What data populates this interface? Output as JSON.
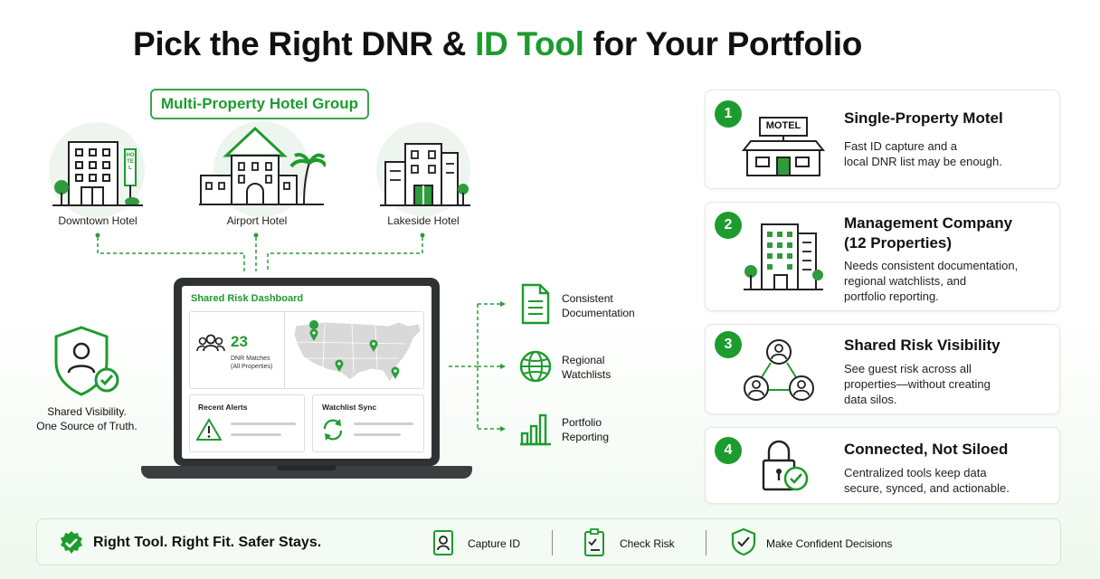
{
  "title": {
    "pre": "Pick the Right DNR & ",
    "accent": "ID Tool",
    "post": " for Your Portfolio"
  },
  "group": {
    "label": "Multi-Property Hotel Group",
    "hotels": [
      {
        "name": "Downtown Hotel",
        "sign": "HOTEL"
      },
      {
        "name": "Airport Hotel"
      },
      {
        "name": "Lakeside Hotel"
      }
    ]
  },
  "shield": {
    "line1": "Shared Visibility.",
    "line2": "One Source of Truth."
  },
  "dashboard": {
    "title": "Shared Risk Dashboard",
    "stat_value": "23",
    "stat_label_1": "DNR Matches",
    "stat_label_2": "(All Properties)",
    "recent_alerts": "Recent Alerts",
    "watchlist_sync": "Watchlist Sync"
  },
  "features": [
    {
      "line1": "Consistent",
      "line2": "Documentation",
      "icon": "document-icon"
    },
    {
      "line1": "Regional",
      "line2": "Watchlists",
      "icon": "globe-icon"
    },
    {
      "line1": "Portfolio",
      "line2": "Reporting",
      "icon": "bar-chart-icon"
    }
  ],
  "cards": [
    {
      "number": "1",
      "title": "Single-Property Motel",
      "desc": [
        "Fast ID capture and a",
        "local DNR list may be enough."
      ],
      "sign": "MOTEL"
    },
    {
      "number": "2",
      "title": [
        "Management Company",
        "(12 Properties)"
      ],
      "desc": [
        "Needs consistent documentation,",
        "regional watchlists, and",
        "portfolio reporting."
      ]
    },
    {
      "number": "3",
      "title": "Shared Risk Visibility",
      "desc": [
        "See guest risk across all",
        "properties—without creating",
        "data silos."
      ]
    },
    {
      "number": "4",
      "title": "Connected, Not Siloed",
      "desc": [
        "Centralized tools keep data",
        "secure, synced, and actionable."
      ]
    }
  ],
  "footer": {
    "tagline": "Right Tool. Right Fit. Safer Stays.",
    "items": [
      "Capture ID",
      "Check Risk",
      "Make Confident Decisions"
    ]
  },
  "colors": {
    "accent": "#1e9b2e",
    "dark": "#111111",
    "light_green": "#eef5ee"
  }
}
